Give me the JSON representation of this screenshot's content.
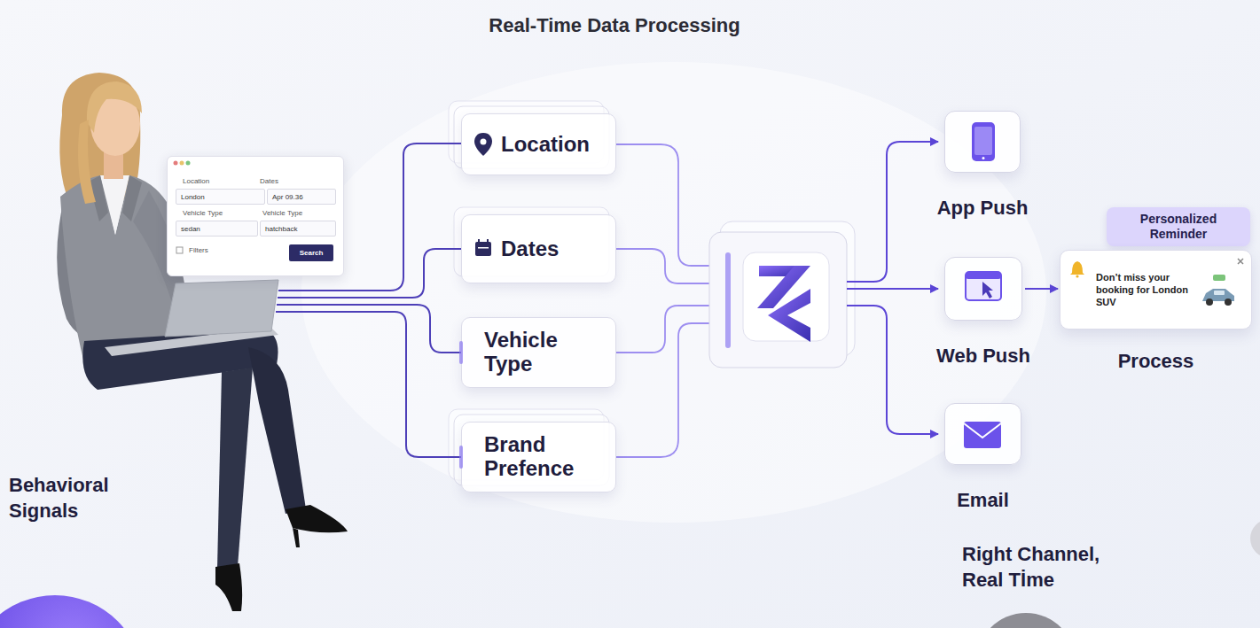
{
  "diagram": {
    "title": "Real-Time Data Processing",
    "nodes": [
      {
        "text": [
          "Location",
          "Dates",
          "Vehicle Type",
          "Vehicle Type",
          "Filters"
        ]
      },
      {
        "text": [
          "London"
        ],
        "in": 0
      },
      {
        "text": [
          "Apr 09.36"
        ],
        "in": 0
      },
      {
        "text": [
          "sedan"
        ],
        "in": 0
      },
      {
        "text": [
          "hatchback"
        ],
        "in": 0
      },
      {
        "text": [
          "Search"
        ],
        "in": 0
      },
      {
        "text": [
          "Location"
        ]
      },
      {
        "text": [
          "Dates"
        ]
      },
      {
        "text": [
          "Vehicle Type"
        ]
      },
      {
        "text": [
          "Brand Prefence"
        ]
      },
      {
        "text": [
          "App Push"
        ]
      },
      {
        "text": [
          "Personalized Reminder"
        ]
      },
      {
        "text": [
          "Web Push"
        ]
      },
      {
        "text": [
          "Don’t miss your booking for London SUV",
          "Process"
        ]
      },
      {
        "text": [
          "Email"
        ]
      }
    ],
    "edges": [
      {
        "from": 12,
        "to": 13,
        "arrow": "to"
      }
    ],
    "labels": [
      "Behavioral Signals",
      "Right Channel, Real Tİme"
    ]
  }
}
